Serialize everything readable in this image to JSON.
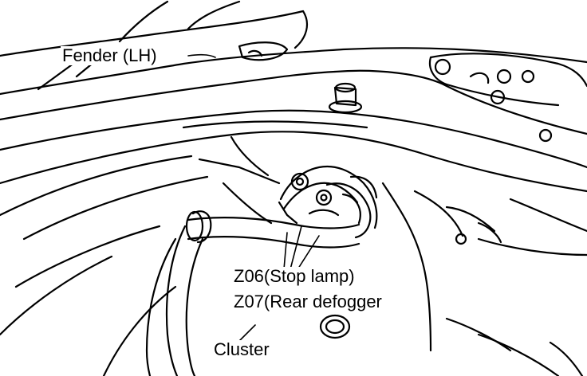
{
  "labels": {
    "fender": "Fender (LH)",
    "z06": "Z06(Stop lamp)",
    "z07": "Z07(Rear defogger",
    "cluster": "Cluster"
  },
  "colors": {
    "ink": "#000000",
    "paper": "#ffffff"
  }
}
